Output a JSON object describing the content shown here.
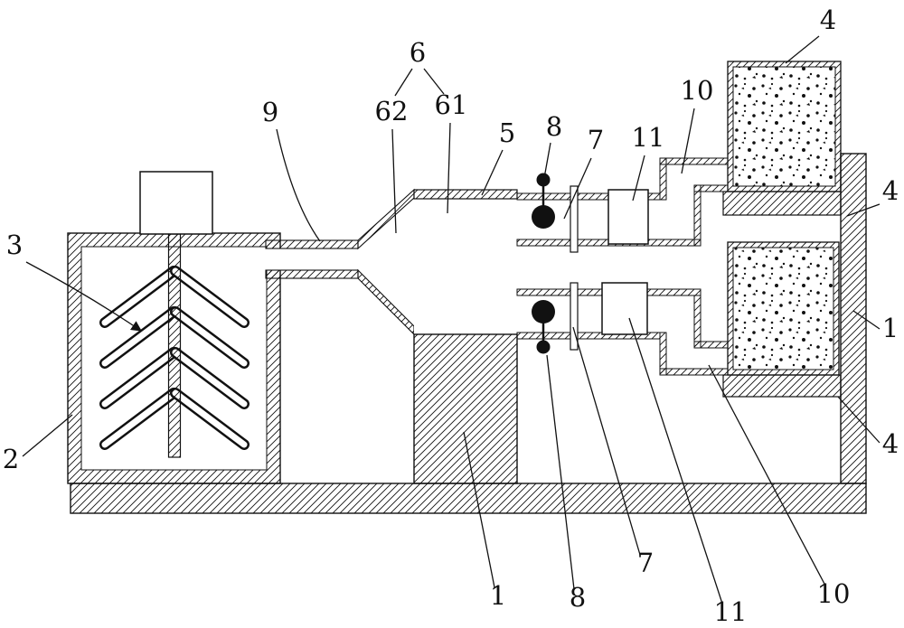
{
  "figure": {
    "background": "#ffffff",
    "line_color": "#111111",
    "labels": {
      "four_top": "4",
      "ten_top": "10",
      "eleven_top": "11",
      "seven_top": "7",
      "eight_top": "8",
      "five": "5",
      "six": "6",
      "six_one": "61",
      "six_two": "62",
      "nine": "9",
      "three": "3",
      "two": "2",
      "one_bottom": "1",
      "eight_bottom": "8",
      "seven_bottom": "7",
      "eleven_bottom": "11",
      "ten_bottom": "10",
      "four_right": "4",
      "one_right": "1",
      "four_right_lower": "4"
    }
  }
}
